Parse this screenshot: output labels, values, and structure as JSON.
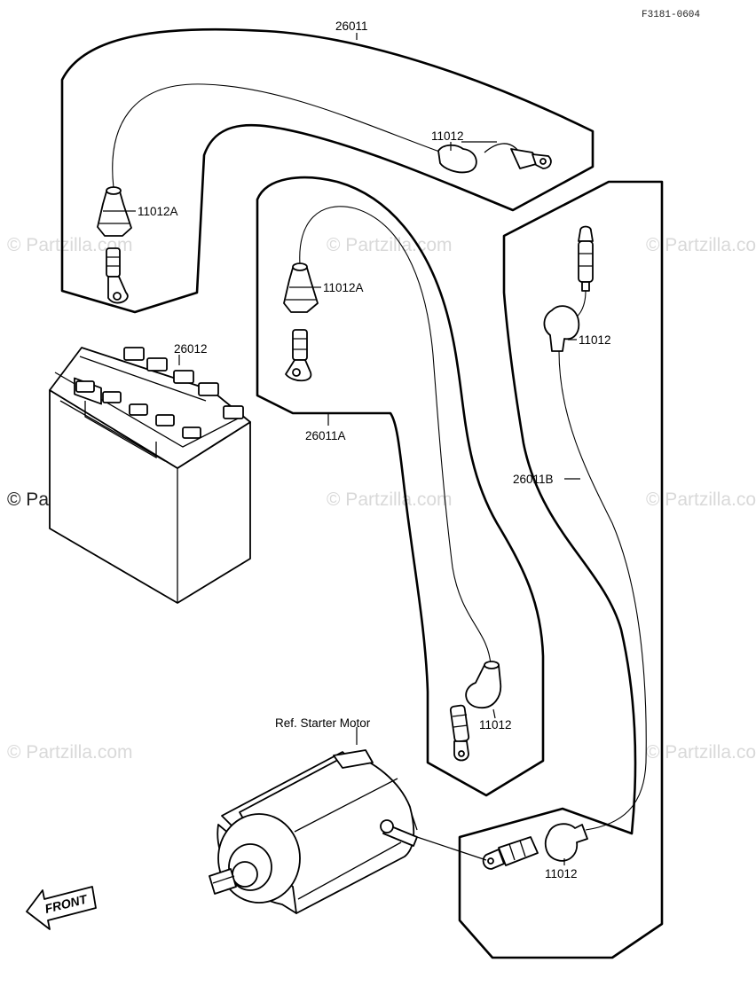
{
  "drawing_code": "F3181-0604",
  "watermark_text": "© Partzilla.com",
  "labels": {
    "cable_main": "26011",
    "cable_a": "26011A",
    "cable_b": "26011B",
    "battery": "26012",
    "cap_top": "11012",
    "cap_left": "11012A",
    "cap_mid": "11012A",
    "cap_right": "11012",
    "cap_lower_mid": "11012",
    "cap_bottom": "11012",
    "starter_ref": "Ref. Starter Motor"
  },
  "front_arrow": "FRONT"
}
